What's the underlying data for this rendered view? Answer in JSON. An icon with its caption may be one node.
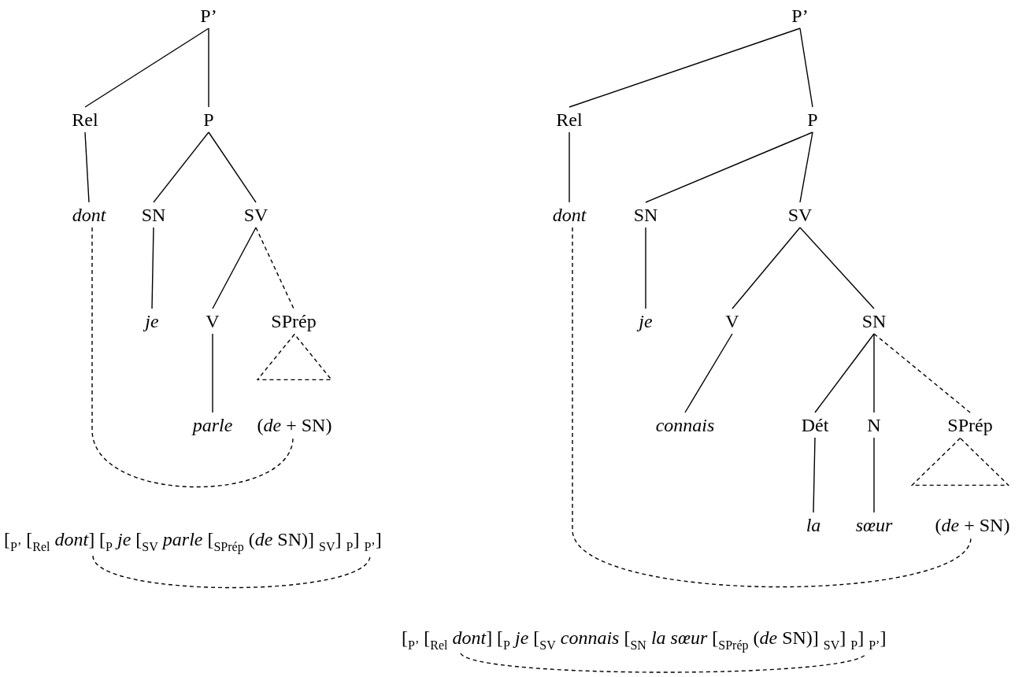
{
  "diagram": {
    "nodes": [
      {
        "text": [
          "P’"
        ]
      },
      {
        "text": [
          "Rel"
        ]
      },
      {
        "text": [
          "P"
        ]
      },
      {
        "text": [
          "dont"
        ]
      },
      {
        "text": [
          "SN"
        ]
      },
      {
        "text": [
          "SV"
        ]
      },
      {
        "text": [
          "je"
        ]
      },
      {
        "text": [
          "V"
        ]
      },
      {
        "text": [
          "SPrép"
        ]
      },
      {
        "text": [
          "parle"
        ]
      },
      {
        "text": [
          "(*de* + SN)"
        ]
      },
      {
        "text": [
          "P’"
        ]
      },
      {
        "text": [
          "Rel"
        ]
      },
      {
        "text": [
          "P"
        ]
      },
      {
        "text": [
          "dont"
        ]
      },
      {
        "text": [
          "SN"
        ]
      },
      {
        "text": [
          "SV"
        ]
      },
      {
        "text": [
          "je"
        ]
      },
      {
        "text": [
          "V"
        ]
      },
      {
        "text": [
          "SN"
        ]
      },
      {
        "text": [
          "connais"
        ]
      },
      {
        "text": [
          "Dét"
        ]
      },
      {
        "text": [
          "N"
        ]
      },
      {
        "text": [
          "SPrép"
        ]
      },
      {
        "text": [
          "la"
        ]
      },
      {
        "text": [
          "sœur"
        ]
      },
      {
        "text": [
          "(*de* + SN)"
        ]
      },
      {
        "text": [],
        "shape": "triangle"
      },
      {
        "text": [],
        "shape": "triangle"
      }
    ],
    "edges": [
      {
        "from": 0,
        "to": 1,
        "arrow": "none"
      },
      {
        "from": 0,
        "to": 2,
        "arrow": "none"
      },
      {
        "from": 1,
        "to": 3,
        "arrow": "none"
      },
      {
        "from": 2,
        "to": 4,
        "arrow": "none"
      },
      {
        "from": 2,
        "to": 5,
        "arrow": "none"
      },
      {
        "from": 4,
        "to": 6,
        "arrow": "none"
      },
      {
        "from": 5,
        "to": 7,
        "arrow": "none"
      },
      {
        "from": 5,
        "to": 8,
        "arrow": "none",
        "style": "dashed"
      },
      {
        "from": 7,
        "to": 9,
        "arrow": "none"
      },
      {
        "from": 3,
        "to": 10,
        "arrow": "none",
        "style": "dashed"
      },
      {
        "from": 11,
        "to": 12,
        "arrow": "none"
      },
      {
        "from": 11,
        "to": 13,
        "arrow": "none"
      },
      {
        "from": 12,
        "to": 14,
        "arrow": "none"
      },
      {
        "from": 13,
        "to": 15,
        "arrow": "none"
      },
      {
        "from": 13,
        "to": 16,
        "arrow": "none"
      },
      {
        "from": 15,
        "to": 17,
        "arrow": "none"
      },
      {
        "from": 16,
        "to": 18,
        "arrow": "none"
      },
      {
        "from": 16,
        "to": 19,
        "arrow": "none"
      },
      {
        "from": 18,
        "to": 20,
        "arrow": "none"
      },
      {
        "from": 19,
        "to": 21,
        "arrow": "none"
      },
      {
        "from": 19,
        "to": 22,
        "arrow": "none"
      },
      {
        "from": 19,
        "to": 23,
        "arrow": "none",
        "style": "dashed"
      },
      {
        "from": 21,
        "to": 24,
        "arrow": "none"
      },
      {
        "from": 22,
        "to": 25,
        "arrow": "none"
      },
      {
        "from": 14,
        "to": 26,
        "arrow": "none",
        "style": "dashed"
      }
    ],
    "labels": [
      "[$_{P’}$ [$_{Rel}$ *dont*] [$_{P}$ *je* [$_{SV}$ *parle* [$_{SPrép}$ (*de* SN)] $_{SV}$] $_{P}$] $_{P’}$]",
      "[$_{P’}$ [$_{Rel}$ *dont*] [$_{P}$ *je* [$_{SV}$ *connais* [$_{SN}$ *la sœur* [$_{SPrép}$ (*de* SN)] $_{SV}$] $_{P}$] $_{P’}$]"
    ]
  }
}
